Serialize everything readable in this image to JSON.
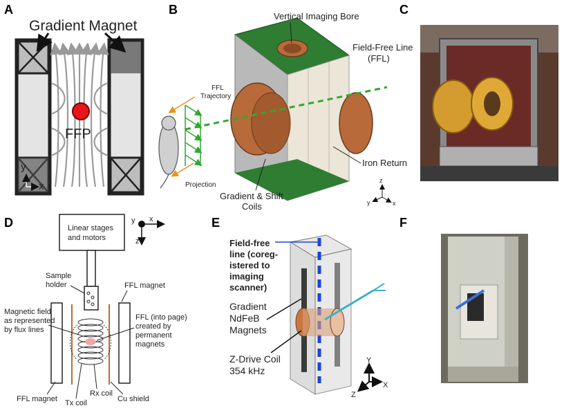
{
  "panels": {
    "a": {
      "letter": "A",
      "title": "Gradient Magnet",
      "ffp": "FFP",
      "axis_y": "y",
      "axis_x": "x"
    },
    "b": {
      "letter": "B",
      "bore": "Vertical Imaging Bore",
      "ffl_line1": "Field-Free Line",
      "ffl_line2": "(FFL)",
      "traj_line1": "FFL",
      "traj_line2": "Trajectory",
      "projection": "Projection",
      "iron_return": "Iron Return",
      "coils_line1": "Gradient & Shift",
      "coils_line2": "Coils",
      "axis_z": "z",
      "axis_y": "y",
      "axis_x": "x"
    },
    "c": {
      "letter": "C"
    },
    "d": {
      "letter": "D",
      "stages_line1": "Linear stages",
      "stages_line2": "and motors",
      "axis_y": "y",
      "axis_x": "x",
      "axis_z": "z",
      "sample_line1": "Sample",
      "sample_line2": "holder",
      "ffl_magnet_top": "FFL magnet",
      "field_line1": "Magnetic field",
      "field_line2": "as represented",
      "field_line3": "by flux lines",
      "ffl_line1": "FFL (into page)",
      "ffl_line2": "created by",
      "ffl_line3": "permanent",
      "ffl_line4": "magnets",
      "ffl_magnet_bottom": "FFL magnet",
      "tx": "Tx coil",
      "rx": "Rx coil",
      "cu": "Cu shield"
    },
    "e": {
      "letter": "E",
      "ffl_line1": "Field-free",
      "ffl_line2": "line (coreg-",
      "ffl_line3": "istered to",
      "ffl_line4": "imaging",
      "ffl_line5": "scanner)",
      "grad_line1": "Gradient",
      "grad_line2": "NdFeB",
      "grad_line3": "Magnets",
      "zdrive_line1": "Z-Drive Coil",
      "zdrive_line2": "354 kHz",
      "axis_y": "Y",
      "axis_z": "Z",
      "axis_x": "X"
    },
    "f": {
      "letter": "F"
    }
  },
  "colors": {
    "ffp_red": "#e8161b",
    "ffl_green": "#2fa82f",
    "projection_orange": "#e8931c",
    "ffl_blue": "#1c44d8",
    "magnet_green": "#2e7d32",
    "copper": "#b86a3a"
  }
}
